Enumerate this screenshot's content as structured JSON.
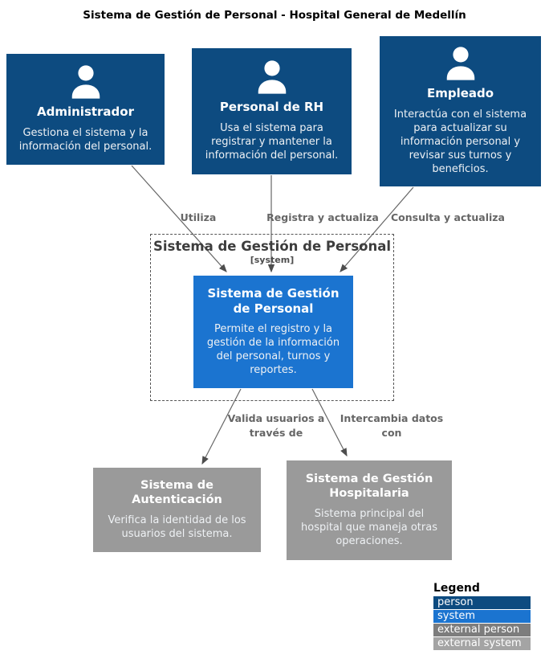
{
  "title": "Sistema de Gestión de Personal - Hospital General de Medellín",
  "colors": {
    "person": "#0d4b80",
    "system": "#1b74d0",
    "external_person": "#7d7d7d",
    "external_system": "#9a9a9a",
    "arrow": "#666666",
    "boundary_border": "#555555"
  },
  "actors": [
    {
      "name": "Administrador",
      "description": "Gestiona el sistema y la información del personal."
    },
    {
      "name": "Personal de RH",
      "description": "Usa el sistema para registrar y mantener la información del personal."
    },
    {
      "name": "Empleado",
      "description": "Interactúa con el sistema para actualizar su información personal y revisar sus turnos y beneficios."
    }
  ],
  "boundary": {
    "title": "Sistema de Gestión de Personal",
    "subtitle": "[system]"
  },
  "system": {
    "name": "Sistema de Gestión de Personal",
    "description": "Permite el registro y la gestión de la información del personal, turnos y reportes."
  },
  "external_systems": [
    {
      "name": "Sistema de Autenticación",
      "description": "Verifica la identidad de los usuarios del sistema."
    },
    {
      "name": "Sistema de Gestión Hospitalaria",
      "description": "Sistema principal del hospital que maneja otras operaciones."
    }
  ],
  "relations": [
    {
      "from": "Administrador",
      "to": "Sistema de Gestión de Personal",
      "label": "Utiliza"
    },
    {
      "from": "Personal de RH",
      "to": "Sistema de Gestión de Personal",
      "label": "Registra y actualiza"
    },
    {
      "from": "Empleado",
      "to": "Sistema de Gestión de Personal",
      "label": "Consulta y actualiza"
    },
    {
      "from": "Sistema de Gestión de Personal",
      "to": "Sistema de Autenticación",
      "label": "Valida usuarios a través de"
    },
    {
      "from": "Sistema de Gestión de Personal",
      "to": "Sistema de Gestión Hospitalaria",
      "label": "Intercambia datos con"
    }
  ],
  "legend": {
    "title": "Legend",
    "items": [
      {
        "label": "person",
        "color": "#0d4b80"
      },
      {
        "label": "system",
        "color": "#1b74d0"
      },
      {
        "label": "external person",
        "color": "#7d7d7d"
      },
      {
        "label": "external system",
        "color": "#a4a4a4"
      }
    ]
  }
}
